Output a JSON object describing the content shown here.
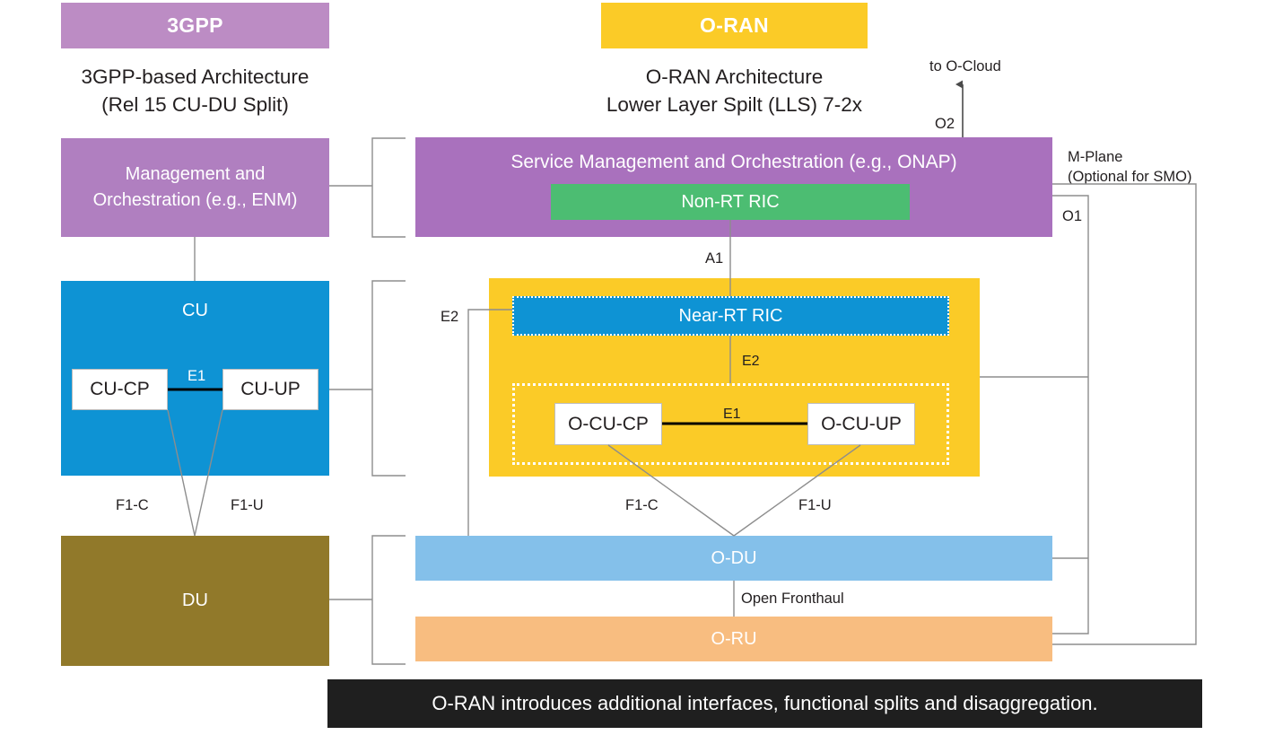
{
  "columns": {
    "left": {
      "pill_label": "3GPP",
      "caption_line1": "3GPP-based Architecture",
      "caption_line2": "(Rel 15 CU-DU Split)",
      "pill_color": "#bc8cc4",
      "blocks": {
        "management": "Management and Orchestration (e.g., ENM)",
        "management_line1": "Management and",
        "management_line2": "Orchestration (e.g., ENM)",
        "cu": "CU",
        "cu_cp": "CU-CP",
        "cu_up": "CU-UP",
        "du": "DU"
      },
      "interfaces": {
        "e1": "E1",
        "f1c": "F1-C",
        "f1u": "F1-U"
      }
    },
    "right": {
      "pill_label": "O-RAN",
      "caption_line1": "O-RAN Architecture",
      "caption_line2": "Lower Layer Spilt (LLS) 7-2x",
      "pill_color": "#fbcb27",
      "blocks": {
        "smo": "Service Management and Orchestration (e.g., ONAP)",
        "non_rt_ric": "Non-RT RIC",
        "near_rt_ric": "Near-RT RIC",
        "o_cu_cp": "O-CU-CP",
        "o_cu_up": "O-CU-UP",
        "o_du": "O-DU",
        "o_ru": "O-RU"
      },
      "interfaces": {
        "a1": "A1",
        "e2_left": "E2",
        "e2_mid": "E2",
        "e1": "E1",
        "f1c": "F1-C",
        "f1u": "F1-U",
        "o1": "O1",
        "o2": "O2",
        "open_fronthaul": "Open Fronthaul",
        "to_o_cloud": "to O-Cloud",
        "m_plane_line1": "M-Plane",
        "m_plane_line2": "(Optional for SMO)"
      }
    }
  },
  "banner": {
    "text": "O-RAN introduces additional interfaces, functional splits and disaggregation."
  },
  "palette": {
    "purple_light": "#bc8cc4",
    "purple": "#a971bd",
    "yellow": "#fbcb27",
    "blue": "#0e93d4",
    "blue_light": "#84c0ea",
    "green": "#4cbd72",
    "orange": "#f8bd80",
    "olive": "#91792a",
    "banner_bg": "#1f1f1f",
    "line": "#8d8d8d"
  }
}
